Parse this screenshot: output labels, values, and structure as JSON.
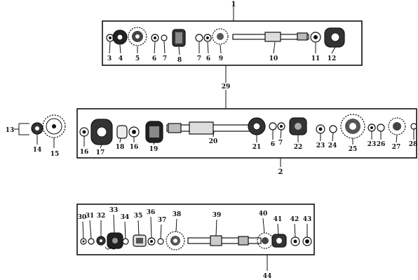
{
  "groups": {
    "top_ref": "1",
    "link_ref": "29",
    "middle_ref": "2",
    "bottom_ref": "44"
  },
  "callouts": {
    "top": [
      "3",
      "4",
      "5",
      "6",
      "7",
      "8",
      "7",
      "6",
      "9",
      "10",
      "11",
      "12"
    ],
    "middle": [
      "13",
      "14",
      "15",
      "16",
      "17",
      "18",
      "16",
      "19",
      "20",
      "21",
      "6",
      "7",
      "22",
      "23",
      "24",
      "25",
      "23",
      "26",
      "27",
      "28"
    ],
    "bottom": [
      "30",
      "31",
      "32",
      "33",
      "34",
      "35",
      "36",
      "37",
      "38",
      "39",
      "40",
      "41",
      "42",
      "43"
    ]
  },
  "colors": {
    "ink": "#111111",
    "paper": "#ffffff"
  }
}
